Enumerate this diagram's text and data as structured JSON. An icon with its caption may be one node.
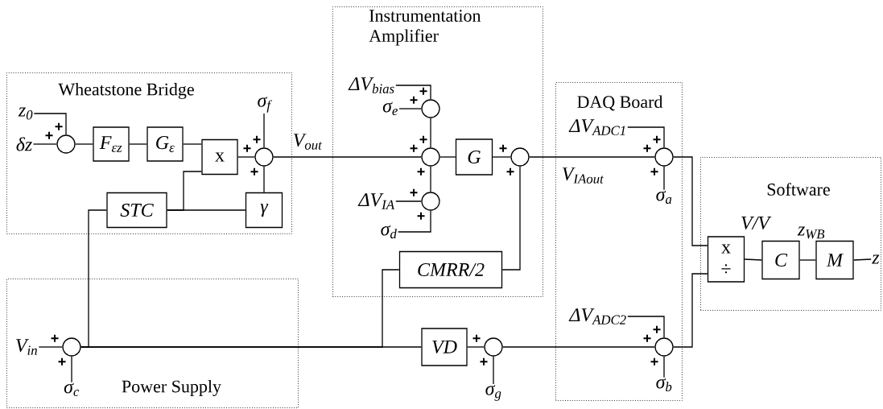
{
  "diagram": {
    "nodes": [
      {
        "text": [
          "Wheatstone Bridge"
        ]
      },
      {
        "text": [
          "z$_{0}$"
        ],
        "in": 0
      },
      {
        "text": [
          "δz"
        ],
        "in": 0
      },
      {
        "text": [],
        "shape": "circle",
        "in": 0,
        "beside": [
          "+",
          "+"
        ]
      },
      {
        "text": [
          "F$_{εz}$"
        ],
        "in": 0
      },
      {
        "text": [
          "G$_{ε}$"
        ],
        "in": 0
      },
      {
        "text": [
          "x"
        ],
        "in": 0
      },
      {
        "text": [
          "σ$_{f}$"
        ],
        "in": 0
      },
      {
        "text": [],
        "shape": "circle",
        "in": 0,
        "beside": [
          "+",
          "+",
          "+"
        ]
      },
      {
        "text": [
          "STC"
        ],
        "in": 0
      },
      {
        "text": [
          "γ"
        ],
        "in": 0
      },
      {
        "text": [
          "Instrumentation Amplifier"
        ]
      },
      {
        "text": [
          "ΔV$_{bias}$"
        ],
        "in": 11
      },
      {
        "text": [
          "σ$_{e}$"
        ],
        "in": 11
      },
      {
        "text": [],
        "shape": "circle",
        "in": 11,
        "beside": [
          "+",
          "+"
        ]
      },
      {
        "text": [],
        "shape": "circle",
        "in": 11,
        "beside": [
          "+",
          "+",
          "+"
        ]
      },
      {
        "text": [
          "G"
        ],
        "in": 11
      },
      {
        "text": [],
        "shape": "circle",
        "in": 11,
        "beside": [
          "+",
          "+"
        ]
      },
      {
        "text": [
          "ΔV$_{IA}$"
        ],
        "in": 11
      },
      {
        "text": [],
        "shape": "circle",
        "in": 11,
        "beside": [
          "+",
          "+"
        ]
      },
      {
        "text": [
          "σ$_{d}$"
        ],
        "in": 11
      },
      {
        "text": [
          "CMRR/2"
        ],
        "in": 11
      },
      {
        "text": [
          "DAQ Board"
        ]
      },
      {
        "text": [
          "ΔV$_{ADC1}$"
        ],
        "in": 22
      },
      {
        "text": [],
        "shape": "circle",
        "in": 22,
        "beside": [
          "+",
          "+",
          "+"
        ]
      },
      {
        "text": [
          "σ$_{a}$"
        ],
        "in": 22
      },
      {
        "text": [
          "ΔV$_{ADC2}$"
        ],
        "in": 22
      },
      {
        "text": [],
        "shape": "circle",
        "in": 22,
        "beside": [
          "+",
          "+",
          "+"
        ]
      },
      {
        "text": [
          "σ$_{b}$"
        ],
        "in": 22
      },
      {
        "text": [
          "Software"
        ]
      },
      {
        "text": [
          "x",
          "÷"
        ],
        "in": 29
      },
      {
        "text": [
          "C"
        ],
        "in": 29
      },
      {
        "text": [
          "M"
        ],
        "in": 29
      },
      {
        "text": [
          "z"
        ],
        "in": 29
      },
      {
        "text": [
          "Power Supply"
        ]
      },
      {
        "text": [
          "V$_{in}$"
        ],
        "in": 34
      },
      {
        "text": [],
        "shape": "circle",
        "in": 34,
        "beside": [
          "+",
          "+"
        ]
      },
      {
        "text": [
          "σ$_{c}$"
        ],
        "in": 34
      },
      {
        "text": [
          "VD"
        ]
      },
      {
        "text": [],
        "shape": "circle",
        "beside": [
          "+",
          "+"
        ]
      },
      {
        "text": [
          "σ$_{g}$"
        ]
      }
    ],
    "edges": [
      {
        "from": 1,
        "to": 3,
        "arrow": "none"
      },
      {
        "from": 2,
        "to": 3,
        "arrow": "none"
      },
      {
        "from": 3,
        "to": 4,
        "arrow": "none"
      },
      {
        "from": 4,
        "to": 5,
        "arrow": "none"
      },
      {
        "from": 5,
        "to": 6,
        "arrow": "none"
      },
      {
        "from": 6,
        "to": 8,
        "arrow": "none"
      },
      {
        "from": 7,
        "to": 8,
        "arrow": "none"
      },
      {
        "from": 10,
        "to": 8,
        "arrow": "none"
      },
      {
        "from": 9,
        "to": 6,
        "arrow": "none"
      },
      {
        "from": 9,
        "to": 10,
        "arrow": "none"
      },
      {
        "from": 8,
        "to": 15,
        "arrow": "none",
        "label": "V$_{out}$"
      },
      {
        "from": 12,
        "to": 14,
        "arrow": "none"
      },
      {
        "from": 13,
        "to": 14,
        "arrow": "none"
      },
      {
        "from": 14,
        "to": 15,
        "arrow": "none"
      },
      {
        "from": 15,
        "to": 16,
        "arrow": "none"
      },
      {
        "from": 16,
        "to": 17,
        "arrow": "none"
      },
      {
        "from": 19,
        "to": 15,
        "arrow": "none"
      },
      {
        "from": 18,
        "to": 19,
        "arrow": "none"
      },
      {
        "from": 20,
        "to": 19,
        "arrow": "none"
      },
      {
        "from": 21,
        "to": 17,
        "arrow": "none"
      },
      {
        "from": 17,
        "to": 24,
        "arrow": "none",
        "label": "V$_{IAout}$"
      },
      {
        "from": 23,
        "to": 24,
        "arrow": "none"
      },
      {
        "from": 25,
        "to": 24,
        "arrow": "none"
      },
      {
        "from": 24,
        "to": 30,
        "arrow": "none"
      },
      {
        "from": 26,
        "to": 27,
        "arrow": "none"
      },
      {
        "from": 28,
        "to": 27,
        "arrow": "none"
      },
      {
        "from": 27,
        "to": 30,
        "arrow": "none"
      },
      {
        "from": 30,
        "to": 31,
        "arrow": "none",
        "label": "V/V"
      },
      {
        "from": 31,
        "to": 32,
        "arrow": "none",
        "label": "z$_{WB}$"
      },
      {
        "from": 32,
        "to": 33,
        "arrow": "none"
      },
      {
        "from": 35,
        "to": 36,
        "arrow": "none"
      },
      {
        "from": 37,
        "to": 36,
        "arrow": "none"
      },
      {
        "from": 36,
        "to": 9,
        "arrow": "none"
      },
      {
        "from": 36,
        "to": 21,
        "arrow": "none"
      },
      {
        "from": 36,
        "to": 38,
        "arrow": "none"
      },
      {
        "from": 38,
        "to": 39,
        "arrow": "none"
      },
      {
        "from": 40,
        "to": 39,
        "arrow": "none"
      },
      {
        "from": 39,
        "to": 27,
        "arrow": "none"
      }
    ]
  }
}
